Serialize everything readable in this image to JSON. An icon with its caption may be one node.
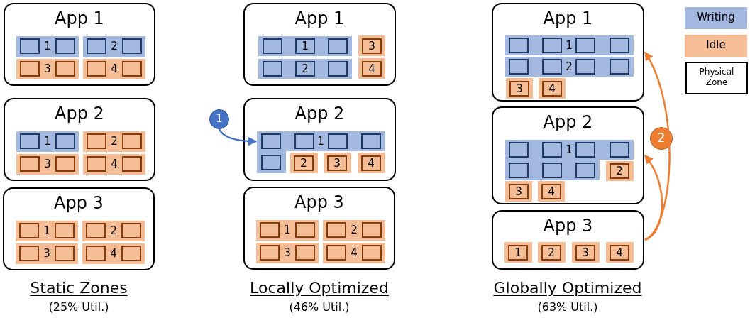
{
  "diagram": {
    "nodes": [
      {
        "text": [
          "App 1"
        ]
      },
      {
        "text": [
          "1"
        ],
        "in": 0
      },
      {
        "text": [],
        "shape": "box",
        "in": 1
      },
      {
        "text": [],
        "shape": "box",
        "in": 1
      },
      {
        "text": [
          "2"
        ],
        "in": 0
      },
      {
        "text": [],
        "shape": "box",
        "in": 4
      },
      {
        "text": [],
        "shape": "box",
        "in": 4
      },
      {
        "text": [
          "3"
        ],
        "in": 0
      },
      {
        "text": [],
        "shape": "box",
        "in": 7
      },
      {
        "text": [],
        "shape": "box",
        "in": 7
      },
      {
        "text": [
          "4"
        ],
        "in": 0
      },
      {
        "text": [],
        "shape": "box",
        "in": 10
      },
      {
        "text": [],
        "shape": "box",
        "in": 10
      },
      {
        "text": [
          "App 2"
        ]
      },
      {
        "text": [
          "1"
        ],
        "in": 13
      },
      {
        "text": [],
        "shape": "box",
        "in": 14
      },
      {
        "text": [],
        "shape": "box",
        "in": 14
      },
      {
        "text": [
          "2"
        ],
        "in": 13
      },
      {
        "text": [],
        "shape": "box",
        "in": 17
      },
      {
        "text": [],
        "shape": "box",
        "in": 17
      },
      {
        "text": [
          "3"
        ],
        "in": 13
      },
      {
        "text": [],
        "shape": "box",
        "in": 20
      },
      {
        "text": [],
        "shape": "box",
        "in": 20
      },
      {
        "text": [
          "4"
        ],
        "in": 13
      },
      {
        "text": [],
        "shape": "box",
        "in": 23
      },
      {
        "text": [],
        "shape": "box",
        "in": 23
      },
      {
        "text": [
          "App 3"
        ]
      },
      {
        "text": [
          "1"
        ],
        "in": 26
      },
      {
        "text": [],
        "shape": "box",
        "in": 27
      },
      {
        "text": [],
        "shape": "box",
        "in": 27
      },
      {
        "text": [
          "2"
        ],
        "in": 26
      },
      {
        "text": [],
        "shape": "box",
        "in": 30
      },
      {
        "text": [],
        "shape": "box",
        "in": 30
      },
      {
        "text": [
          "3"
        ],
        "in": 26
      },
      {
        "text": [],
        "shape": "box",
        "in": 33
      },
      {
        "text": [],
        "shape": "box",
        "in": 33
      },
      {
        "text": [
          "4"
        ],
        "in": 26
      },
      {
        "text": [],
        "shape": "box",
        "in": 36
      },
      {
        "text": [],
        "shape": "box",
        "in": 36
      },
      {
        "text": [
          "App 1"
        ]
      },
      {
        "text": [],
        "shape": "bar",
        "in": 39
      },
      {
        "text": [],
        "shape": "box",
        "in": 40
      },
      {
        "text": [
          "1"
        ],
        "in": 40
      },
      {
        "text": [],
        "shape": "box",
        "in": 40
      },
      {
        "text": [],
        "shape": "bar",
        "in": 39
      },
      {
        "text": [],
        "shape": "box",
        "in": 44
      },
      {
        "text": [
          "2"
        ],
        "in": 44
      },
      {
        "text": [],
        "shape": "box",
        "in": 44
      },
      {
        "text": [],
        "shape": "bar",
        "in": 39
      },
      {
        "text": [
          "3"
        ],
        "in": 48
      },
      {
        "text": [],
        "shape": "bar",
        "in": 39
      },
      {
        "text": [
          "4"
        ],
        "in": 50
      },
      {
        "text": [
          "1"
        ]
      },
      {
        "text": [
          "App 2"
        ]
      },
      {
        "text": [
          "1"
        ],
        "in": 53
      },
      {
        "text": [],
        "shape": "box",
        "in": 54
      },
      {
        "text": [],
        "shape": "box",
        "in": 54
      },
      {
        "text": [],
        "shape": "box",
        "in": 54
      },
      {
        "text": [],
        "shape": "box",
        "in": 54
      },
      {
        "text": [],
        "shape": "box",
        "in": 54
      },
      {
        "text": [],
        "shape": "bar",
        "in": 53
      },
      {
        "text": [
          "2"
        ],
        "in": 60
      },
      {
        "text": [],
        "shape": "bar",
        "in": 53
      },
      {
        "text": [
          "3"
        ],
        "in": 62
      },
      {
        "text": [],
        "shape": "bar",
        "in": 53
      },
      {
        "text": [
          "4"
        ],
        "in": 64
      },
      {
        "text": [
          "App 3"
        ]
      },
      {
        "text": [
          "1"
        ],
        "in": 66
      },
      {
        "text": [],
        "shape": "box",
        "in": 67
      },
      {
        "text": [],
        "shape": "box",
        "in": 67
      },
      {
        "text": [
          "2"
        ],
        "in": 66
      },
      {
        "text": [],
        "shape": "box",
        "in": 70
      },
      {
        "text": [],
        "shape": "box",
        "in": 70
      },
      {
        "text": [
          "3"
        ],
        "in": 66
      },
      {
        "text": [],
        "shape": "box",
        "in": 73
      },
      {
        "text": [],
        "shape": "box",
        "in": 73
      },
      {
        "text": [
          "4"
        ],
        "in": 66
      },
      {
        "text": [],
        "shape": "box",
        "in": 76
      },
      {
        "text": [],
        "shape": "box",
        "in": 76
      },
      {
        "text": [
          "App 1"
        ]
      },
      {
        "text": [
          "1"
        ],
        "in": 79
      },
      {
        "text": [],
        "shape": "box",
        "in": 80
      },
      {
        "text": [],
        "shape": "box",
        "in": 80
      },
      {
        "text": [],
        "shape": "box",
        "in": 80
      },
      {
        "text": [],
        "shape": "box",
        "in": 80
      },
      {
        "text": [
          "2"
        ],
        "in": 79
      },
      {
        "text": [],
        "shape": "box",
        "in": 85
      },
      {
        "text": [],
        "shape": "box",
        "in": 85
      },
      {
        "text": [],
        "shape": "box",
        "in": 85
      },
      {
        "text": [],
        "shape": "box",
        "in": 85
      },
      {
        "text": [],
        "shape": "bar",
        "in": 79
      },
      {
        "text": [
          "3"
        ],
        "in": 90
      },
      {
        "text": [],
        "shape": "bar",
        "in": 79
      },
      {
        "text": [
          "4"
        ],
        "in": 92
      },
      {
        "text": [
          "App 2"
        ]
      },
      {
        "text": [
          "1"
        ],
        "in": 94
      },
      {
        "text": [],
        "shape": "box",
        "in": 95
      },
      {
        "text": [],
        "shape": "box",
        "in": 95
      },
      {
        "text": [],
        "shape": "box",
        "in": 95
      },
      {
        "text": [],
        "shape": "box",
        "in": 95
      },
      {
        "text": [],
        "shape": "box",
        "in": 95
      },
      {
        "text": [],
        "shape": "box",
        "in": 95
      },
      {
        "text": [],
        "shape": "box",
        "in": 95
      },
      {
        "text": [],
        "shape": "bar",
        "in": 94
      },
      {
        "text": [
          "2"
        ],
        "in": 103
      },
      {
        "text": [],
        "shape": "bar",
        "in": 94
      },
      {
        "text": [
          "3"
        ],
        "in": 105
      },
      {
        "text": [],
        "shape": "bar",
        "in": 94
      },
      {
        "text": [
          "4"
        ],
        "in": 107
      },
      {
        "text": [
          "App 3"
        ]
      },
      {
        "text": [],
        "shape": "bar",
        "in": 109
      },
      {
        "text": [
          "1"
        ],
        "in": 110
      },
      {
        "text": [],
        "shape": "bar",
        "in": 109
      },
      {
        "text": [
          "2"
        ],
        "in": 112
      },
      {
        "text": [],
        "shape": "bar",
        "in": 109
      },
      {
        "text": [
          "3"
        ],
        "in": 114
      },
      {
        "text": [],
        "shape": "bar",
        "in": 109
      },
      {
        "text": [
          "4"
        ],
        "in": 116
      }
    ],
    "edges": [
      {
        "from": 52,
        "to": 54,
        "arrow": "to",
        "color": "#4472c4"
      },
      {
        "from": 109,
        "to": 79,
        "arrow": "to",
        "label": "2"
      },
      {
        "from": 109,
        "to": 94,
        "arrow": "to"
      }
    ],
    "labels": [
      "Static Zones",
      "(25% Util.)",
      "Locally Optimized",
      "(46% Util.)",
      "Globally Optimized",
      "(63% Util.)"
    ],
    "legend": [
      {
        "text": "Writing",
        "color": "#a4b9e0"
      },
      {
        "text": "Idle",
        "color": "#f5bd96"
      },
      {
        "text": "Physical Zone"
      }
    ]
  }
}
